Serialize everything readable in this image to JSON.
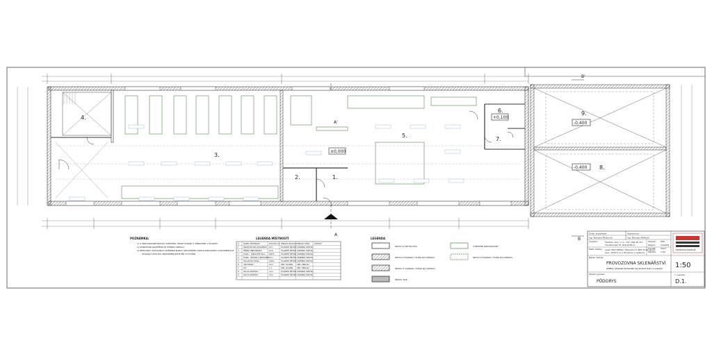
{
  "rooms": [
    {
      "num": "1."
    },
    {
      "num": "2."
    },
    {
      "num": "3."
    },
    {
      "num": "4."
    },
    {
      "num": "5."
    },
    {
      "num": "6."
    },
    {
      "num": "7."
    },
    {
      "num": "8."
    },
    {
      "num": "9."
    }
  ],
  "levels": {
    "main": "±0,000",
    "room6": "+0,100",
    "room9": "-0,400",
    "room8": "-0,400"
  },
  "section_marks": {
    "a": "A",
    "a2": "A'",
    "b": "B",
    "b2": "B'"
  },
  "notes": {
    "title": "POZNÁMKA:",
    "lines": [
      "1) V PROVOZOVNĚ BUDOU UMÍSTĚNY VELKÉ STROJE S VIBRACEMI A HLUKEM",
      "2) PARKOVÁNÍ ZAJIŠTĚNO JE ZVENKU AREÁLU",
      "3) PROSTORY SOCIÁLNÍCH ZAŘÍZENÍ BUDOU PROVEDENY PODLE PROVÁDĚCÍ DOKUMENTACE",
      "STAVAJÍCÍ STAV BYL PROVEDEN JEŠTĚ PŘI VYTÝČENÍ"
    ]
  },
  "room_legend": {
    "title": "LEGENDA MÍSTNOSTÍ",
    "headers": [
      "Č.",
      "NÁZEV MÍSTNOSTI",
      "PLOCHA m2",
      "ÚPRAVA PODLAHY",
      "ÚPRAVA STĚN",
      "STROPU"
    ],
    "rows": [
      [
        "1",
        "PROSTOR PRO ZÁKAZNÍKY",
        "16,1",
        "HLAZENÝ BETON",
        "VÁPENNÁ OMÍTKA",
        ""
      ],
      [
        "2",
        "PŘÍJEM OBJEDNÁVEK",
        "10,6",
        "HLAZENÝ BETON",
        "VÁPENNÁ OMÍTKA",
        ""
      ],
      [
        "3",
        "DÍLNA - TABULOVÉ SKLA",
        "186,5",
        "HLAZENÝ BETON",
        "VÁPENNÁ OMÍTKA",
        ""
      ],
      [
        "4",
        "DÍLNA - ŘEZÁNÍ A BROUŠENÍ",
        "22,1",
        "HLAZENÝ BETON",
        "VÁPENNÁ OMÍTKA",
        ""
      ],
      [
        "5",
        "SKLADOVÁ DÍLNA",
        "168,4",
        "HLAZENÝ BETON",
        "VÁPENNÁ OMÍTKA",
        ""
      ],
      [
        "6",
        "UMÝVÁRNA",
        "10,2",
        "KER. DLAŽBA",
        "KER. OBKLAD",
        ""
      ],
      [
        "7",
        "WC",
        "1,7",
        "KER. DLAŽBA",
        "KER. OBKLAD",
        ""
      ],
      [
        "8",
        "SKLAD ZÁPOČKY",
        "72,2",
        "HLAZENÝ BETON",
        "VÁPENNÁ OMÍTKA",
        ""
      ],
      [
        "9",
        "SKLAD ZÁPOČKY",
        "72,2",
        "HLAZENÝ BETON",
        "VÁPENNÁ OMÍTKA",
        ""
      ]
    ]
  },
  "material_legend": {
    "title": "LEGENDA",
    "items": [
      "ZDIVO Z CPP NA MVC",
      "ZDIVO Z TVÁRNIC YTONG NA LEPIDLO",
      "PŘÍČKY Z TVÁRNIC YTONG NA LEPIDLO",
      "PŘÍČKY SDK"
    ],
    "extra_items": [
      "VYBAVENÍ PROVOZOVNY",
      "ZDIVO Z TVÁRNIC YTONG NA LEPIDLO"
    ]
  },
  "title_block": {
    "zodp_label": "Zodp. projektant:",
    "zodp_name": "Ing. Romana Řičánová",
    "vypracoval_label": "Vypracoval:",
    "vypracoval_name": "Ing. Miroslav Řičánek",
    "investor_label": "Investor:",
    "investor_lines": [
      "FLUDAL, spol. s r.o., IČO: 269 46 317",
      "Chodbovská 70, 618 00 Brno"
    ],
    "mista_label": "Místo stavby:",
    "mista_lines": [
      "areál \"HUT METAL\" Zahradní 5, 683 23 Rousínov",
      "parc. 1647/3, k.ú. Rousínov u Vyškova"
    ],
    "stavba_label": "Název stavby:",
    "stavba": "PROVOZOVNA SKLENÁŘSTVÍ",
    "stavba_sub": "ZMĚNA UŽÍVÁNÍ POVODNĚ SKLADOVÉ HALY S GARÁŽÍ",
    "vykres_label": "Obsah výkresu:",
    "vykres": "PŮDORYS",
    "meta": [
      [
        "Stupeň:",
        "DSP"
      ],
      [
        "Datum:",
        "10/2024"
      ],
      [
        "Formát:",
        "4xA4"
      ],
      [
        "Měřítko:",
        "1:50"
      ]
    ],
    "scale": "1:50",
    "cislo_label": "č. výkresu",
    "cislo": "D.1.",
    "logo_text": "PROJEKTOVÁ KANCELÁŘ"
  }
}
